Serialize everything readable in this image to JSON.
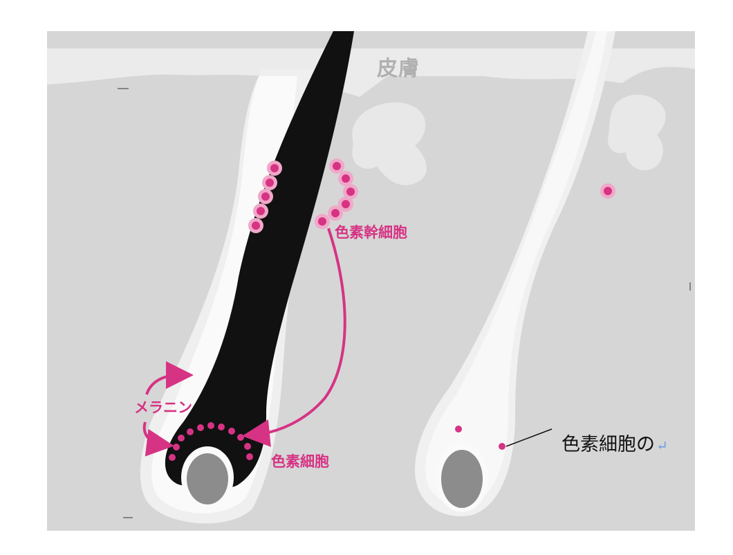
{
  "labels": {
    "skin": "皮膚",
    "pigment_stem_cell": "色素幹細胞",
    "melanin": "メラニン",
    "pigment_cell": "色素細胞",
    "caption": "色素細胞の",
    "caption_return_mark": "↵"
  },
  "colors": {
    "background": "#d6d6d6",
    "skin_layer": "#ebebeb",
    "hair_black": "#111111",
    "hair_white": "#f3f3f3",
    "papilla": "#8c8c8c",
    "pink": "#d63384",
    "pink_glow": "#f0a8c8",
    "caption_text": "#111111"
  }
}
